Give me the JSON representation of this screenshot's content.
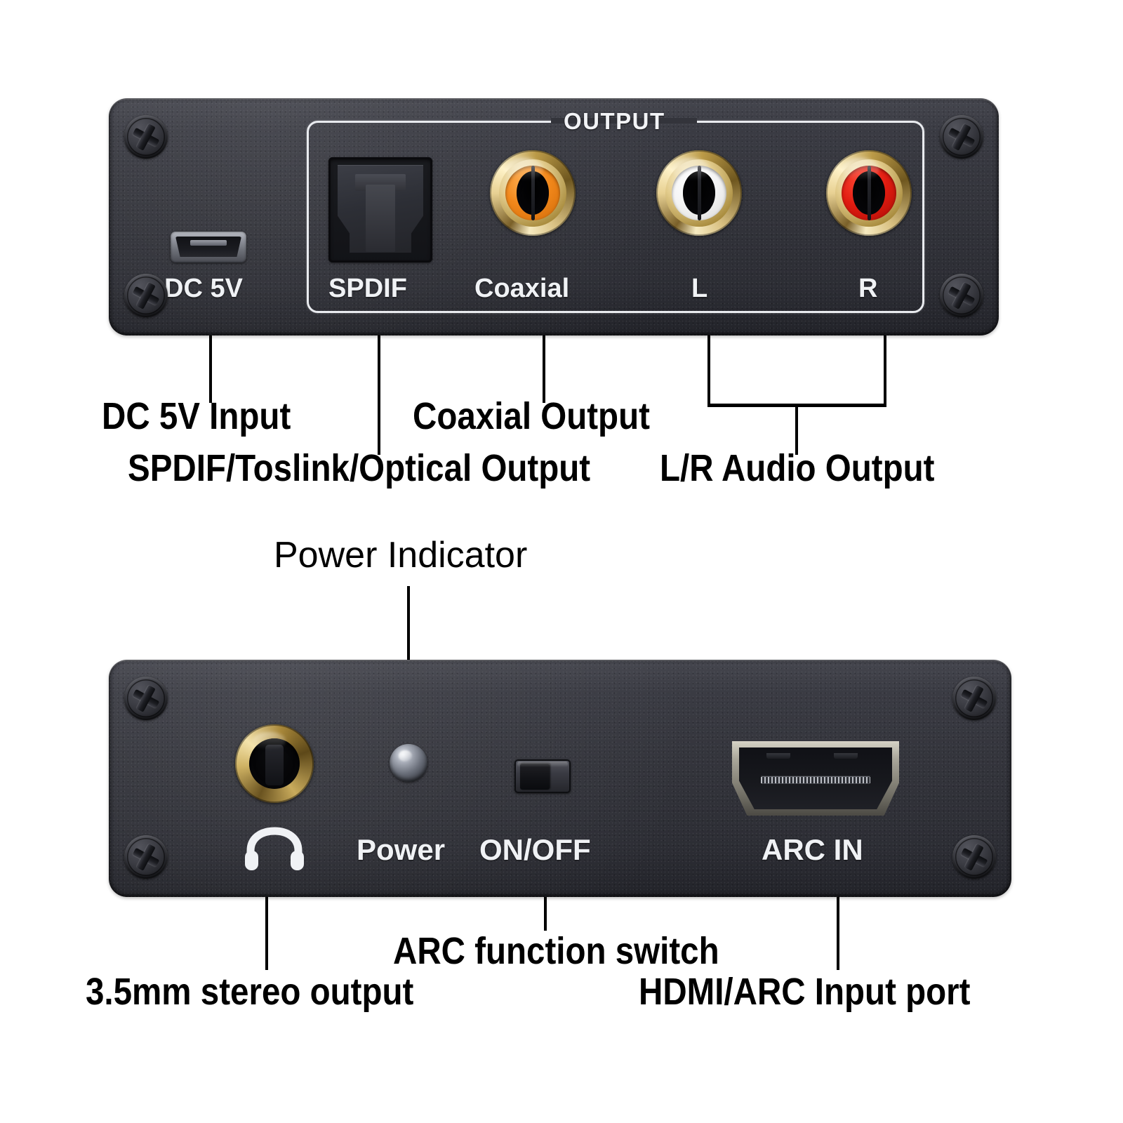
{
  "page": {
    "title": "HDMI ARC Audio Extractor — Port Diagram",
    "background": "#ffffff",
    "text_color": "#000000"
  },
  "colors": {
    "panel": "#33343b",
    "silkscreen": "#f0f2f5",
    "gold": "#d9bf6e",
    "coaxial_collar": "#f08a1e",
    "left_collar": "#ffffff",
    "right_collar": "#e01b10",
    "leader_line": "#000000"
  },
  "top_device": {
    "name": "rear-panel",
    "frame_label": "OUTPUT",
    "ports": [
      {
        "id": "dc5v",
        "label": "DC 5V",
        "icon": "micro-usb-icon"
      },
      {
        "id": "spdif",
        "label": "SPDIF",
        "icon": "toslink-optical-icon"
      },
      {
        "id": "coaxial",
        "label": "Coaxial",
        "icon": "rca-jack-icon",
        "collar": "#f08a1e"
      },
      {
        "id": "left",
        "label": "L",
        "icon": "rca-jack-icon",
        "collar": "#ffffff"
      },
      {
        "id": "right",
        "label": "R",
        "icon": "rca-jack-icon",
        "collar": "#e01b10"
      }
    ]
  },
  "bottom_device": {
    "name": "front-panel",
    "ports": [
      {
        "id": "headphone",
        "label": "",
        "icon": "headphone-icon"
      },
      {
        "id": "power",
        "label": "Power",
        "icon": "led-indicator-icon"
      },
      {
        "id": "onoff",
        "label": "ON/OFF",
        "icon": "slide-switch-icon"
      },
      {
        "id": "arcin",
        "label": "ARC IN",
        "icon": "hdmi-port-icon"
      }
    ]
  },
  "callouts": {
    "top": [
      {
        "id": "dc5v-input",
        "text": "DC 5V Input"
      },
      {
        "id": "spdif-output",
        "text": "SPDIF/Toslink/Optical Output"
      },
      {
        "id": "coaxial-output",
        "text": "Coaxial Output"
      },
      {
        "id": "lr-audio",
        "text": "L/R Audio Output"
      }
    ],
    "middle": [
      {
        "id": "power-indicator",
        "text": "Power Indicator"
      }
    ],
    "bottom": [
      {
        "id": "stereo-output",
        "text": "3.5mm stereo output"
      },
      {
        "id": "arc-switch",
        "text": "ARC function switch"
      },
      {
        "id": "hdmi-arc-input",
        "text": "HDMI/ARC Input port"
      }
    ]
  }
}
